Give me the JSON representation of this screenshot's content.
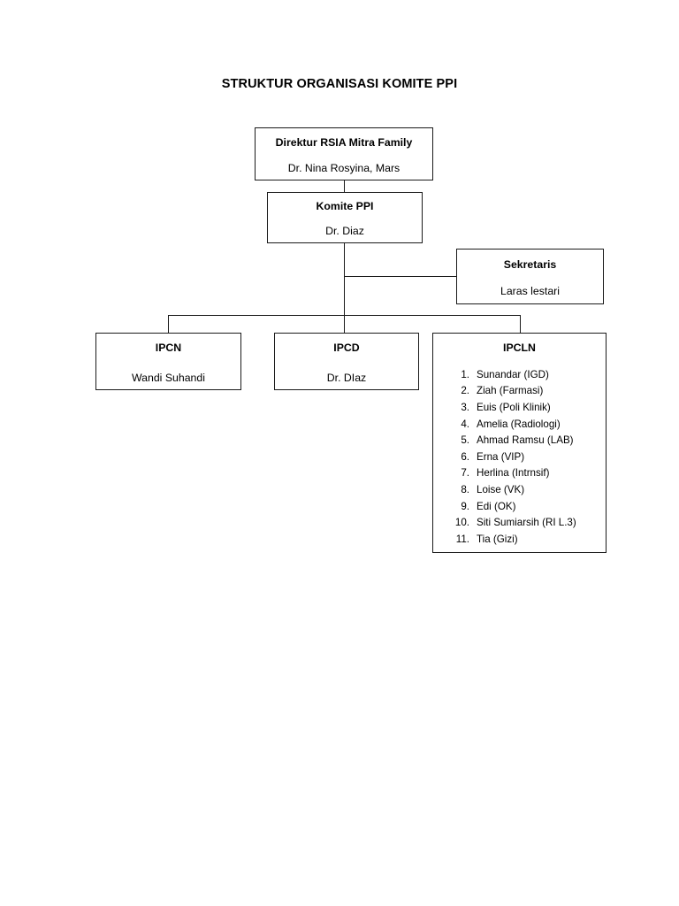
{
  "page": {
    "title": "STRUKTUR ORGANISASI KOMITE PPI",
    "background_color": "#ffffff",
    "line_color": "#1a1a1a"
  },
  "nodes": {
    "direktur": {
      "title": "Direktur RSIA Mitra Family",
      "name": "Dr. Nina Rosyina, Mars"
    },
    "komite": {
      "title": "Komite PPI",
      "name": "Dr. Diaz"
    },
    "sekretaris": {
      "title": "Sekretaris",
      "name": "Laras lestari"
    },
    "ipcn": {
      "title": "IPCN",
      "name": "Wandi Suhandi"
    },
    "ipcd": {
      "title": "IPCD",
      "name": "Dr. DIaz"
    },
    "ipcln": {
      "title": "IPCLN",
      "members": [
        {
          "num": "1.",
          "name": "Sunandar (IGD)"
        },
        {
          "num": "2.",
          "name": "Ziah (Farmasi)"
        },
        {
          "num": "3.",
          "name": "Euis (Poli Klinik)"
        },
        {
          "num": "4.",
          "name": "Amelia (Radiologi)"
        },
        {
          "num": "5.",
          "name": "Ahmad Ramsu (LAB)"
        },
        {
          "num": "6.",
          "name": "Erna (VIP)"
        },
        {
          "num": "7.",
          "name": "Herlina (Intrnsif)"
        },
        {
          "num": "8.",
          "name": "Loise (VK)"
        },
        {
          "num": "9.",
          "name": "Edi (OK)"
        },
        {
          "num": "10.",
          "name": "Siti Sumiarsih (RI L.3)"
        },
        {
          "num": "11.",
          "name": "Tia (Gizi)"
        }
      ]
    }
  }
}
